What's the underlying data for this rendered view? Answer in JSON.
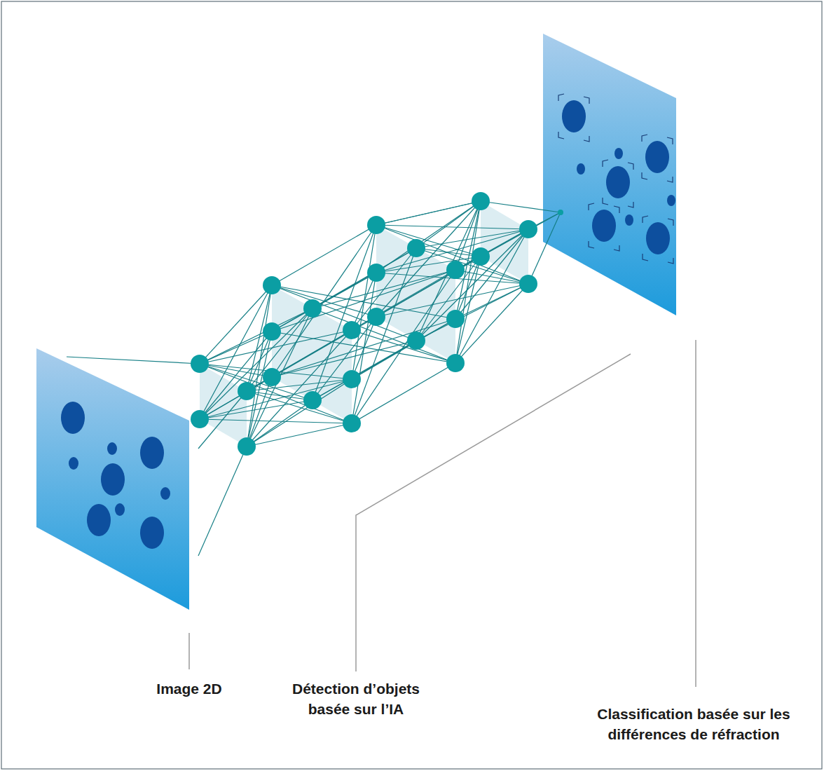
{
  "diagram": {
    "labels": [
      "Image 2D",
      "Détection d’objets basée sur l’IA",
      "Classification basée sur les différences de réfraction"
    ]
  }
}
